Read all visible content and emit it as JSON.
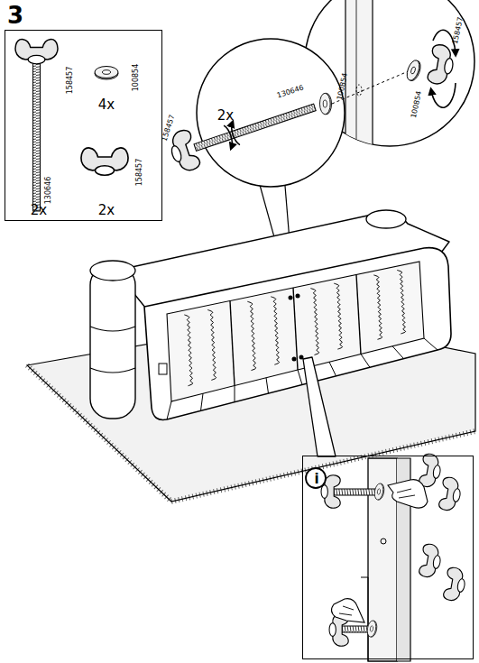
{
  "diagram": {
    "title": "3",
    "nodes": [
      {
        "text": [
          "158457",
          "100854",
          "4x",
          "130646",
          "2x",
          "158457",
          "2x"
        ]
      },
      {
        "text": [
          "i"
        ]
      }
    ],
    "labels": [
      "2x",
      "158457",
      "130646",
      "100854",
      "100854",
      "158457"
    ]
  }
}
